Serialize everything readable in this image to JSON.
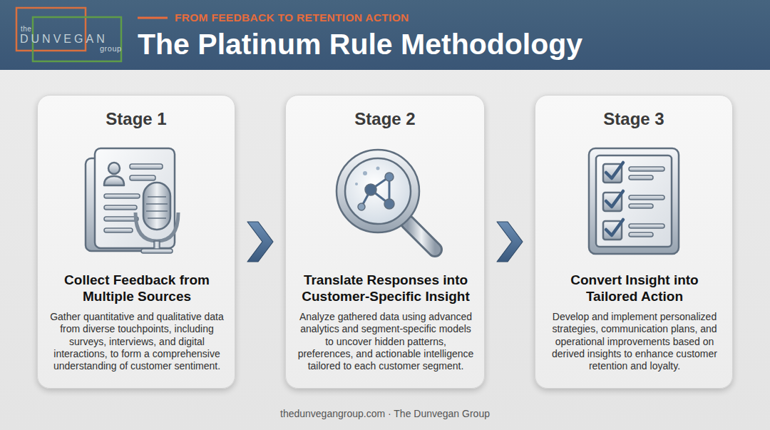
{
  "diagram": {
    "title": "The Platinum Rule Methodology",
    "caption": "thedunvegangroup.com · The Dunvegan Group",
    "nodes": [
      {
        "text": [
          "Stage 1",
          "Collect Feedback from Multiple Sources",
          "Gather quantitative and qualitative data from diverse touchpoints, including surveys, interviews, and digital interactions, to form a comprehensive understanding of customer sentiment."
        ]
      },
      {
        "text": [
          "Stage 2",
          "Translate Responses into Customer-Specific Insight",
          "Analyze gathered data using advanced analytics and segment-specific models to uncover hidden patterns, preferences, and actionable intelligence tailored to each customer segment."
        ]
      },
      {
        "text": [
          "Stage 3",
          "Convert Insight into Tailored Action",
          "Develop and implement personalized strategies, communication plans, and operational improvements based on derived insights to enhance customer retention and loyalty."
        ]
      }
    ],
    "edges": [
      {
        "from": 0,
        "to": 1,
        "arrow": "to"
      },
      {
        "from": 1,
        "to": 2,
        "arrow": "to"
      }
    ],
    "labels": [
      "FROM FEEDBACK TO RETENTION ACTION",
      "the",
      "DUNVEGAN",
      "group"
    ]
  }
}
